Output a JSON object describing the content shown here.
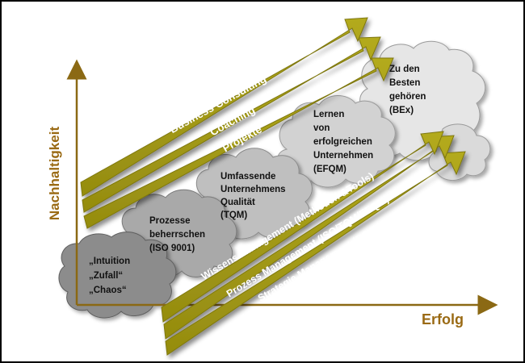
{
  "axes": {
    "y_label": "Nachhaltigkeit",
    "x_label": "Erfolg"
  },
  "stages": [
    {
      "lines": [
        "„Intuition",
        "„Zufall“",
        "„Chaos“"
      ]
    },
    {
      "lines": [
        "Prozesse",
        "beherrschen",
        "(ISO 9001)"
      ]
    },
    {
      "lines": [
        "Umfassende",
        "Unternehmens",
        "Qualität",
        "(TQM)"
      ]
    },
    {
      "lines": [
        "Lernen",
        "von",
        "erfolgreichen",
        "Unternehmen",
        "(EFQM)"
      ]
    },
    {
      "lines": [
        "Zu den",
        "Besten",
        "gehören",
        "(BEx)"
      ]
    }
  ],
  "upper_arrows": [
    "Business Consulting",
    "Coaching",
    "Projekte"
  ],
  "lower_arrows": [
    "Wissens Management (Methoden &Tools)",
    "Prozess Management (ISO/TQM/EFQM)",
    "Strategie Management (BSC)"
  ],
  "colors": {
    "arrow": "#a39a14",
    "arrow_dark": "#7e7710",
    "axis": "#8b6914",
    "axis_label": "#9a6a14",
    "cloud_dark": "#8c8c8c",
    "cloud_mid": "#b5b5b5",
    "cloud_light": "#d2d2d2",
    "cloud_lightest": "#e6e6e6",
    "frame": "#000000"
  }
}
